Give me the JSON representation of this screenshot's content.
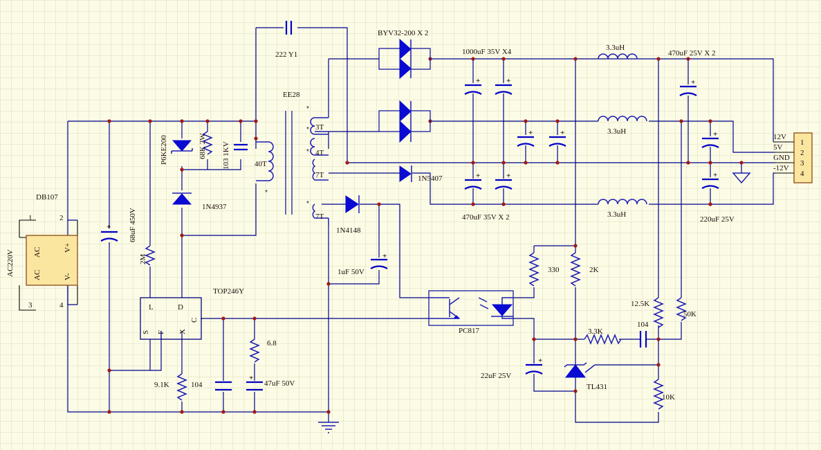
{
  "diagram": {
    "bridge": {
      "ref": "DB107",
      "input": "AC220V",
      "pin_labels": [
        "AC",
        "AC",
        "V+",
        "V-"
      ],
      "pin_numbers": [
        "1",
        "2",
        "3",
        "4"
      ]
    },
    "controller": {
      "ref": "TOP246Y",
      "pins": [
        "L",
        "D",
        "S",
        "F",
        "X",
        "C"
      ]
    },
    "transformer": {
      "core": "EE28",
      "windings": [
        "40T",
        "3T",
        "4T",
        "7T",
        "7T"
      ],
      "polarity_mark": "*"
    },
    "optocoupler": {
      "ref": "PC817"
    },
    "regulator": {
      "ref": "TL431"
    },
    "connector": {
      "pins": [
        "1",
        "2",
        "3",
        "4"
      ],
      "signals": [
        "12V",
        "5V",
        "GND",
        "-12V"
      ]
    },
    "parts": {
      "c_bulk": "68uF 450V",
      "r_startup": "2M",
      "tvs": "P6KE200",
      "r_snubber": "68K 2W",
      "c_snubber": "103 1KV",
      "d_clamp": "1N4937",
      "c_y": "222 Y1",
      "d_sec_main": "BYV32-200 X 2",
      "c_out1": "1000uF 35V X4",
      "l1": "3.3uH",
      "l2": "3.3uH",
      "l3": "3.3uH",
      "c_out2": "470uF 25V X 2",
      "c_out3": "470uF 35V X 2",
      "c_out4": "220uF 25V",
      "d_neg": "1N5407",
      "d_bias": "1N4148",
      "c_bias": "1uF 50V",
      "r_opto": "330",
      "r_2k": "2K",
      "r_33k": "3.3K",
      "c_comp": "104",
      "r_125k": "12.5K",
      "r_50k": "50K",
      "r_10k": "10K",
      "c_tl": "22uF 25V",
      "r_91k": "9.1K",
      "c_104": "104",
      "r_68": "6.8",
      "c_47u": "47uF 50V"
    }
  },
  "colors": {
    "wire": "#00008b",
    "component": "#1c1cb4",
    "junction": "#a01818",
    "grid": "#d2d2b4",
    "ic_fill": "#fbe6a0"
  },
  "icon_names": [
    "diode-icon",
    "zener-diode-icon",
    "capacitor-icon",
    "polarized-capacitor-icon",
    "resistor-icon",
    "inductor-icon",
    "ground-icon",
    "transformer-icon"
  ]
}
